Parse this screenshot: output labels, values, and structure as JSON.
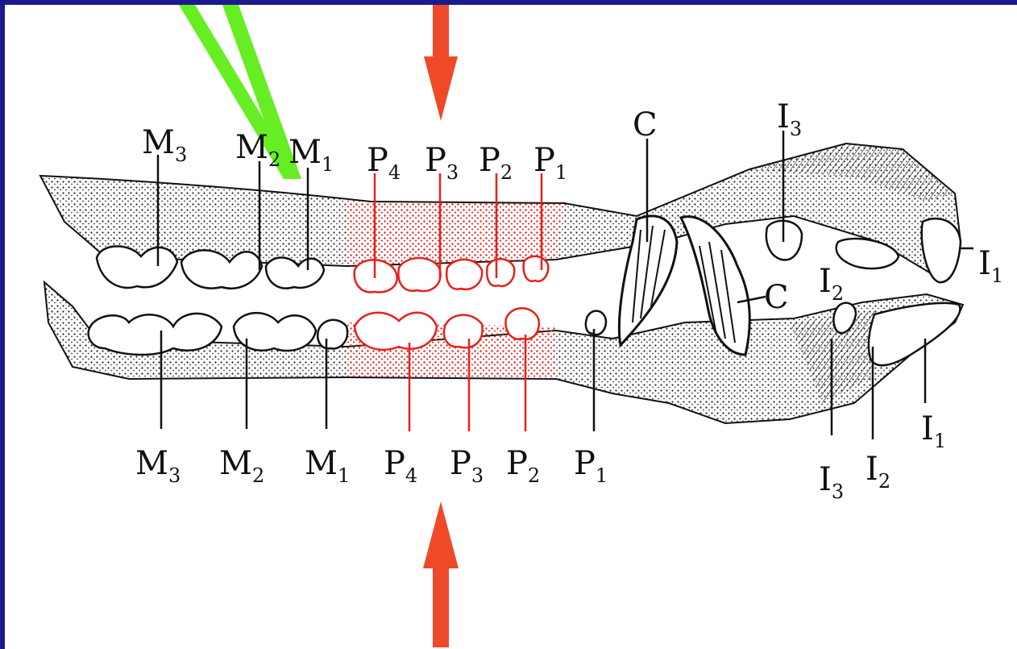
{
  "colors": {
    "frame": "#1a1a8c",
    "background": "#ffffff",
    "ink": "#111111",
    "premolar_highlight": "#e8201c",
    "arrow": "#ee4a2a",
    "pointer": "#66ee22"
  },
  "upper_labels": [
    {
      "letter": "M",
      "sub": "3"
    },
    {
      "letter": "M",
      "sub": "2"
    },
    {
      "letter": "M",
      "sub": "1"
    },
    {
      "letter": "P",
      "sub": "4"
    },
    {
      "letter": "P",
      "sub": "3"
    },
    {
      "letter": "P",
      "sub": "2"
    },
    {
      "letter": "P",
      "sub": "1"
    },
    {
      "letter": "C",
      "sub": ""
    },
    {
      "letter": "I",
      "sub": "3"
    },
    {
      "letter": "I",
      "sub": "2"
    },
    {
      "letter": "I",
      "sub": "1"
    }
  ],
  "lower_labels": [
    {
      "letter": "M",
      "sub": "3"
    },
    {
      "letter": "M",
      "sub": "2"
    },
    {
      "letter": "M",
      "sub": "1"
    },
    {
      "letter": "P",
      "sub": "4"
    },
    {
      "letter": "P",
      "sub": "3"
    },
    {
      "letter": "P",
      "sub": "2"
    },
    {
      "letter": "P",
      "sub": "1"
    },
    {
      "letter": "C",
      "sub": ""
    },
    {
      "letter": "I",
      "sub": "3"
    },
    {
      "letter": "I",
      "sub": "2"
    },
    {
      "letter": "I",
      "sub": "1"
    }
  ]
}
